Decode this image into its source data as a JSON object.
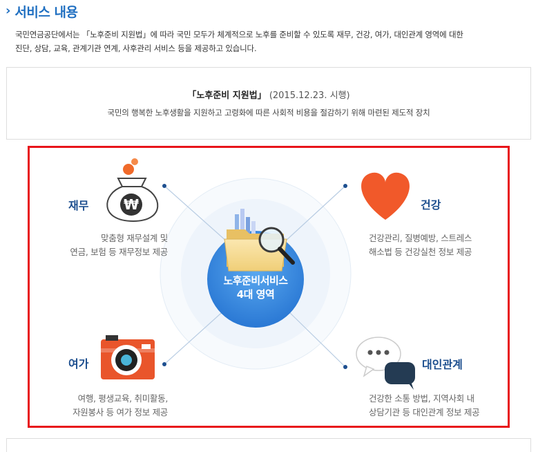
{
  "header": {
    "title": "서비스 내용"
  },
  "intro": {
    "line1": "국민연금공단에서는 「노후준비 지원법」에 따라 국민 모두가 체계적으로 노후를 준비할 수 있도록 재무, 건강, 여가, 대인관계 영역에 대한",
    "line2": "진단, 상담, 교육, 관계기관 연계, 사후관리 서비스 등을 제공하고 있습니다."
  },
  "law": {
    "title": "「노후준비 지원법」",
    "date": "(2015.12.23. 시행)",
    "description": "국민의 행복한 노후생활을 지원하고 고령화에 따른 사회적 비용을 절감하기 위해 마련된 제도적 장치"
  },
  "diagram": {
    "center_line1": "노후준비서비스",
    "center_line2": "4대 영역",
    "areas": {
      "finance": {
        "label": "재무",
        "desc1": "맞춤형 재무설계 및",
        "desc2": "연금, 보험 등 재무정보 제공",
        "icon": "money-bag-icon"
      },
      "health": {
        "label": "건강",
        "desc1": "건강관리, 질병예방, 스트레스",
        "desc2": "해소법 등 건강실천 정보 제공",
        "icon": "heart-icon"
      },
      "leisure": {
        "label": "여가",
        "desc1": "여행, 평생교육, 취미활동,",
        "desc2": "자원봉사 등 여가 정보 제공",
        "icon": "camera-icon"
      },
      "relations": {
        "label": "대인관계",
        "desc1": "건강한 소통 방법, 지역사회 내",
        "desc2": "상담기관 등 대인관계 정보 제공",
        "icon": "speech-bubbles-icon"
      }
    },
    "won_symbol": "₩"
  },
  "colors": {
    "title_blue": "#1f6fc1",
    "label_navy": "#1d4f8f",
    "highlight_red": "#e8141a",
    "heart_orange": "#f1592a",
    "camera_orange": "#e9552b",
    "center_blue": "#3a8ee2"
  }
}
